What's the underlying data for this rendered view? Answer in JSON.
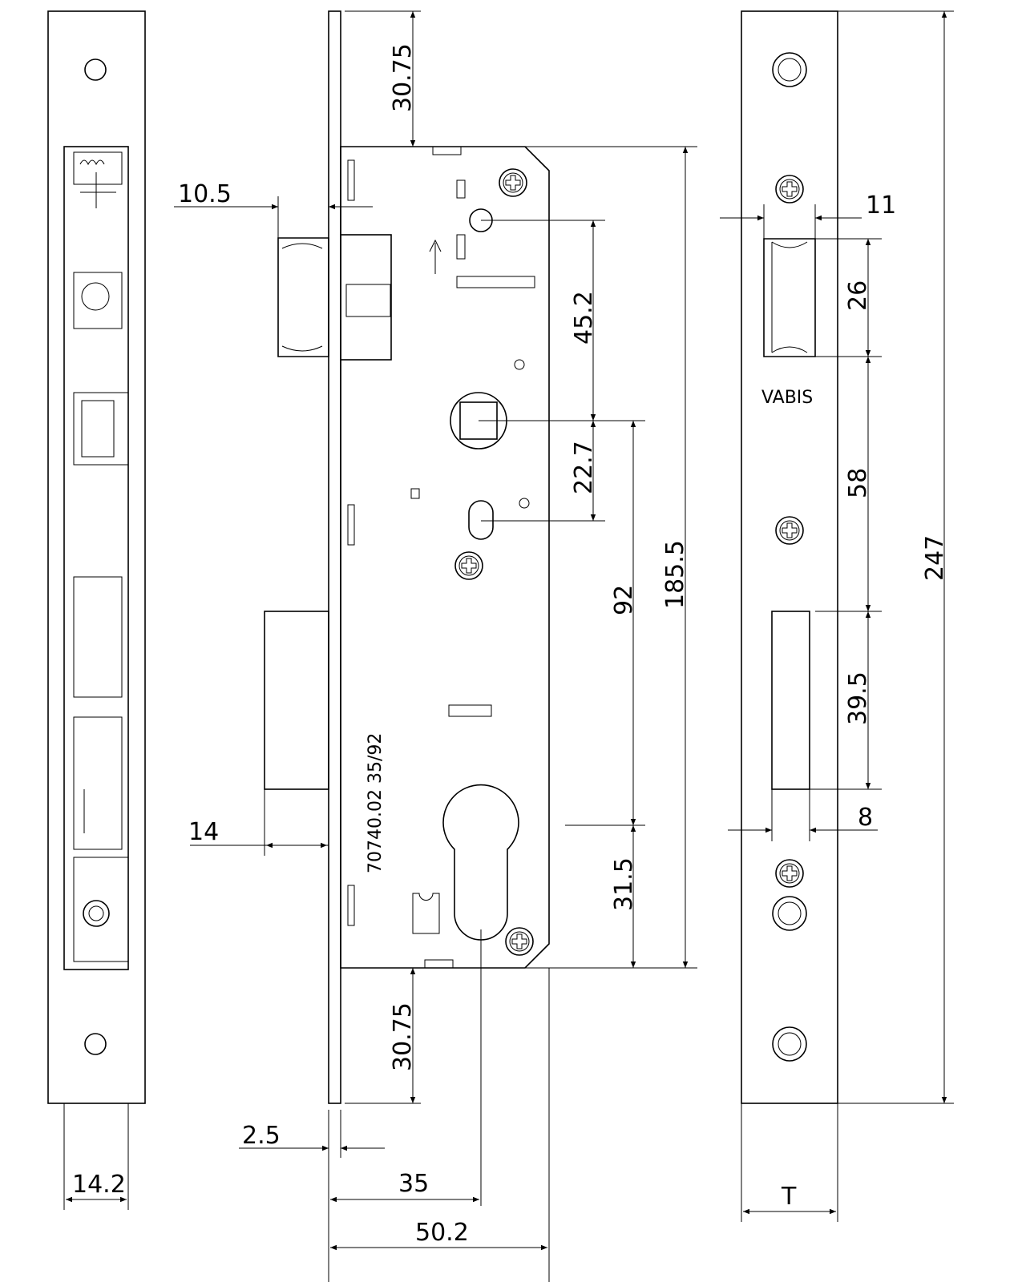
{
  "title": "Mortise lock technical drawing",
  "dimensions": {
    "top_offset": "30.75",
    "latch_projection": "10.5",
    "latch_to_follower": "45.2",
    "follower_to_lower": "22.7",
    "backset_distance": "92",
    "body_height": "185.5",
    "cylinder_to_bottom": "31.5",
    "bottom_offset": "30.75",
    "deadbolt_projection": "14",
    "faceplate_thickness": "2.5",
    "backset": "35",
    "body_depth": "50.2",
    "side_width": "14.2",
    "strike_latch_width": "11",
    "strike_latch_height": "26",
    "strike_spacing": "58",
    "strike_total_height": "247",
    "strike_bolt_height": "39.5",
    "strike_bolt_width": "8",
    "strike_thickness": "T"
  },
  "body_marking": "70740.02  35/92",
  "strike_brand": "VABIS"
}
